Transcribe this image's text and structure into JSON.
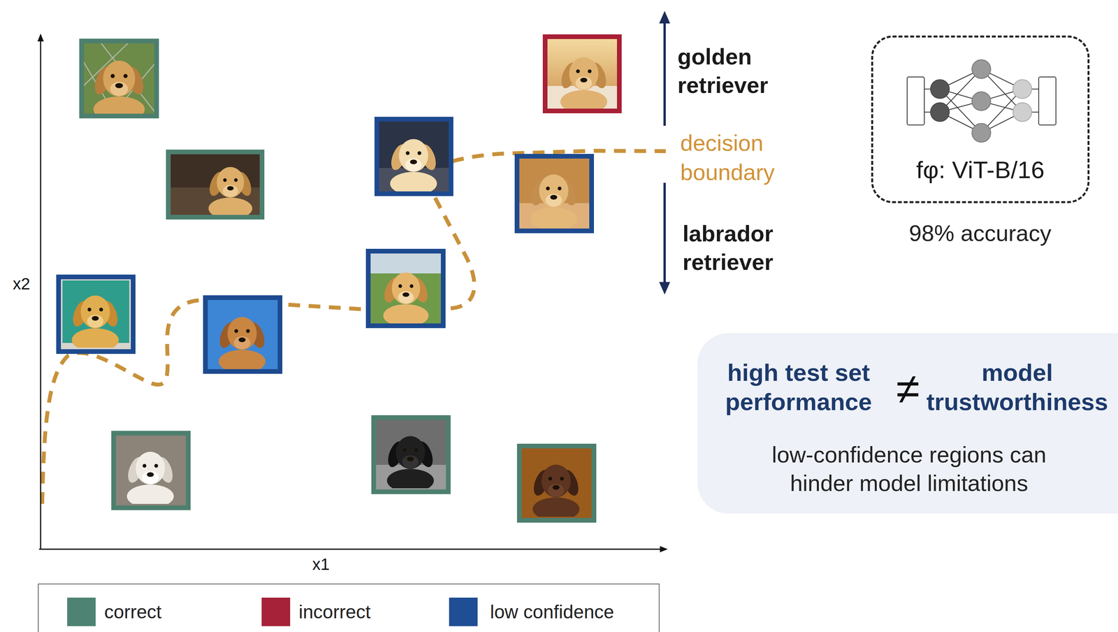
{
  "diagram": {
    "nodes": [
      {
        "text": [
          "fφ: ViT-B/16"
        ]
      },
      {
        "text": [
          "high test set performance",
          "≠",
          "model trustworthiness",
          "low-confidence regions can hinder model limitations"
        ]
      }
    ],
    "edges": [],
    "labels": [
      "x1",
      "x2",
      "golden retriever",
      "decision boundary",
      "labrador retriever",
      "98% accuracy"
    ],
    "legend": [
      {
        "text": "correct",
        "color": "#4e8373"
      },
      {
        "text": "incorrect",
        "color": "#a52238"
      },
      {
        "text": "low confidence",
        "color": "#1f4e94"
      }
    ]
  }
}
